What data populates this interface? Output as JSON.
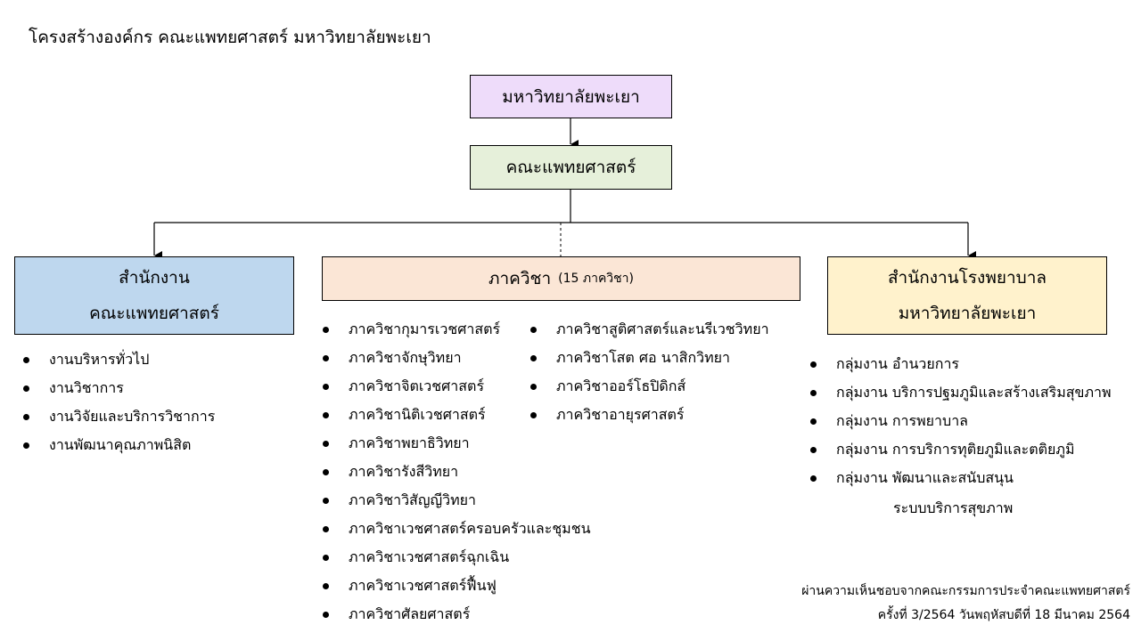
{
  "title": "โครงสร้างองค์กร คณะแพทยศาสตร์ มหาวิทยาลัยพะเยา",
  "university": "มหาวิทยาลัยพะเยา",
  "faculty": "คณะแพทยศาสตร์",
  "office": {
    "line1": "สำนักงาน",
    "line2": "คณะแพทยศาสตร์",
    "items": [
      "งานบริหารทั่วไป",
      "งานวิชาการ",
      "งานวิจัยและบริการวิชาการ",
      "งานพัฒนาคุณภาพนิสิต"
    ]
  },
  "departments": {
    "label": "ภาควิชา",
    "count": "(15 ภาควิชา)",
    "col1": [
      "ภาควิชากุมารเวชศาสตร์",
      "ภาควิชาจักษุวิทยา",
      "ภาควิชาจิตเวชศาสตร์",
      "ภาควิชานิติเวชศาสตร์",
      "ภาควิชาพยาธิวิทยา",
      "ภาควิชารังสีวิทยา",
      "ภาควิชาวิสัญญีวิทยา",
      "ภาควิชาเวชศาสตร์ครอบครัวและชุมชน",
      "ภาควิชาเวชศาสตร์ฉุกเฉิน",
      "ภาควิชาเวชศาสตร์ฟื้นฟู",
      "ภาควิชาศัลยศาสตร์"
    ],
    "col2": [
      "ภาควิชาสูติศาสตร์และนรีเวชวิทยา",
      "ภาควิชาโสต ศอ นาสิกวิทยา",
      "ภาควิชาออร์โธปิดิกส์",
      "ภาควิชาอายุรศาสตร์"
    ]
  },
  "hospital": {
    "line1": "สำนักงานโรงพยาบาล",
    "line2": "มหาวิทยาลัยพะเยา",
    "items": [
      "กลุ่มงาน อำนวยการ",
      "กลุ่มงาน บริการปฐมภูมิและสร้างเสริมสุขภาพ",
      "กลุ่มงาน การพยาบาล",
      "กลุ่มงาน การบริการทุติยภูมิและตติยภูมิ",
      "กลุ่มงาน พัฒนาและสนับสนุน"
    ],
    "continuation": "ระบบบริการสุขภาพ"
  },
  "approval_note": {
    "line1": "ผ่านความเห็นชอบจากคณะกรรมการประจำคณะแพทยศาสตร์",
    "line2": "ครั้งที่ 3/2564 วันพฤหัสบดีที่  18 มีนาคม 2564"
  }
}
